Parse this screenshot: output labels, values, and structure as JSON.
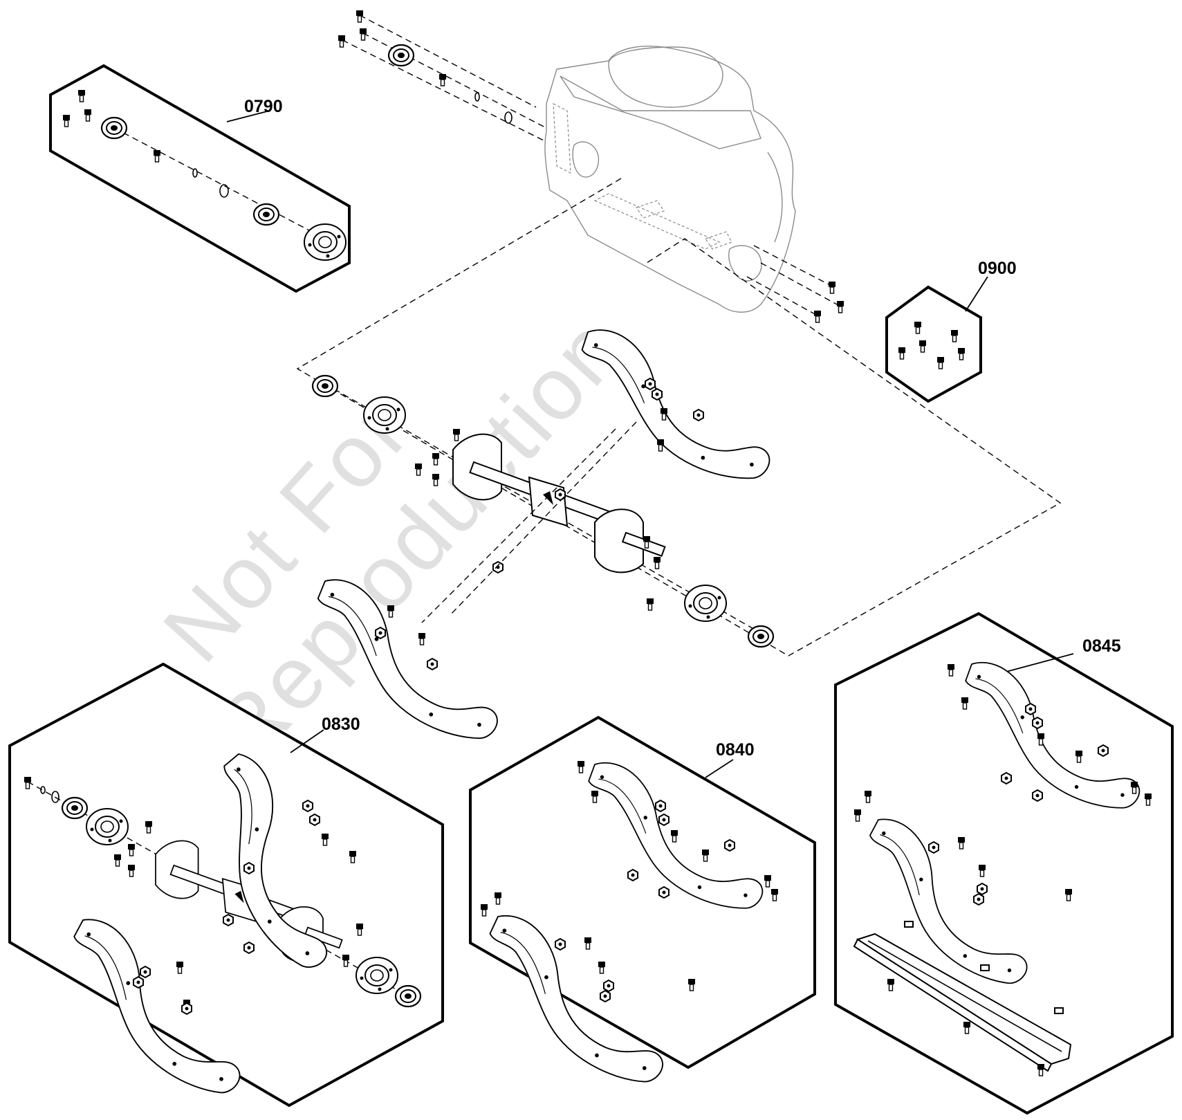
{
  "kits": [
    {
      "id": "kit-0790",
      "label": "0790"
    },
    {
      "id": "kit-0900",
      "label": "0900"
    },
    {
      "id": "kit-0830",
      "label": "0830"
    },
    {
      "id": "kit-0840",
      "label": "0840"
    },
    {
      "id": "kit-0845",
      "label": "0845"
    }
  ],
  "watermark": {
    "line1": "Not For",
    "line2": "Reproduction",
    "color": "#d6d6d6"
  }
}
